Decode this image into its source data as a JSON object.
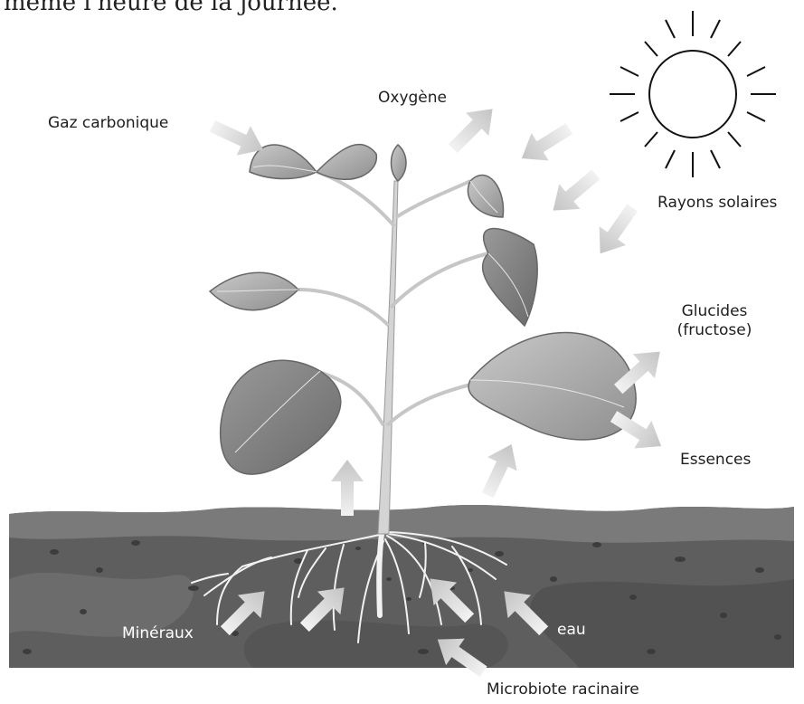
{
  "top_text": "même l'heure de la journée.",
  "labels": {
    "gaz_carbonique": "Gaz carbonique",
    "oxygene": "Oxygène",
    "rayons_solaires": "Rayons solaires",
    "glucides_line1": "Glucides",
    "glucides_line2": "(fructose)",
    "essences": "Essences",
    "mineraux": "Minéraux",
    "eau": "eau",
    "microbiote": "Microbiote racinaire"
  },
  "colors": {
    "soil_dark": "#5a5a5a",
    "soil_mid": "#6e6e6e",
    "soil_light": "#8a8a8a",
    "leaf_fill": "#a8a8a8",
    "leaf_dark": "#6a6a6a",
    "stem": "#c8c8c8",
    "arrow": "#cfcfcf",
    "text": "#1e1e1e"
  },
  "icons": [
    "sun-icon"
  ]
}
